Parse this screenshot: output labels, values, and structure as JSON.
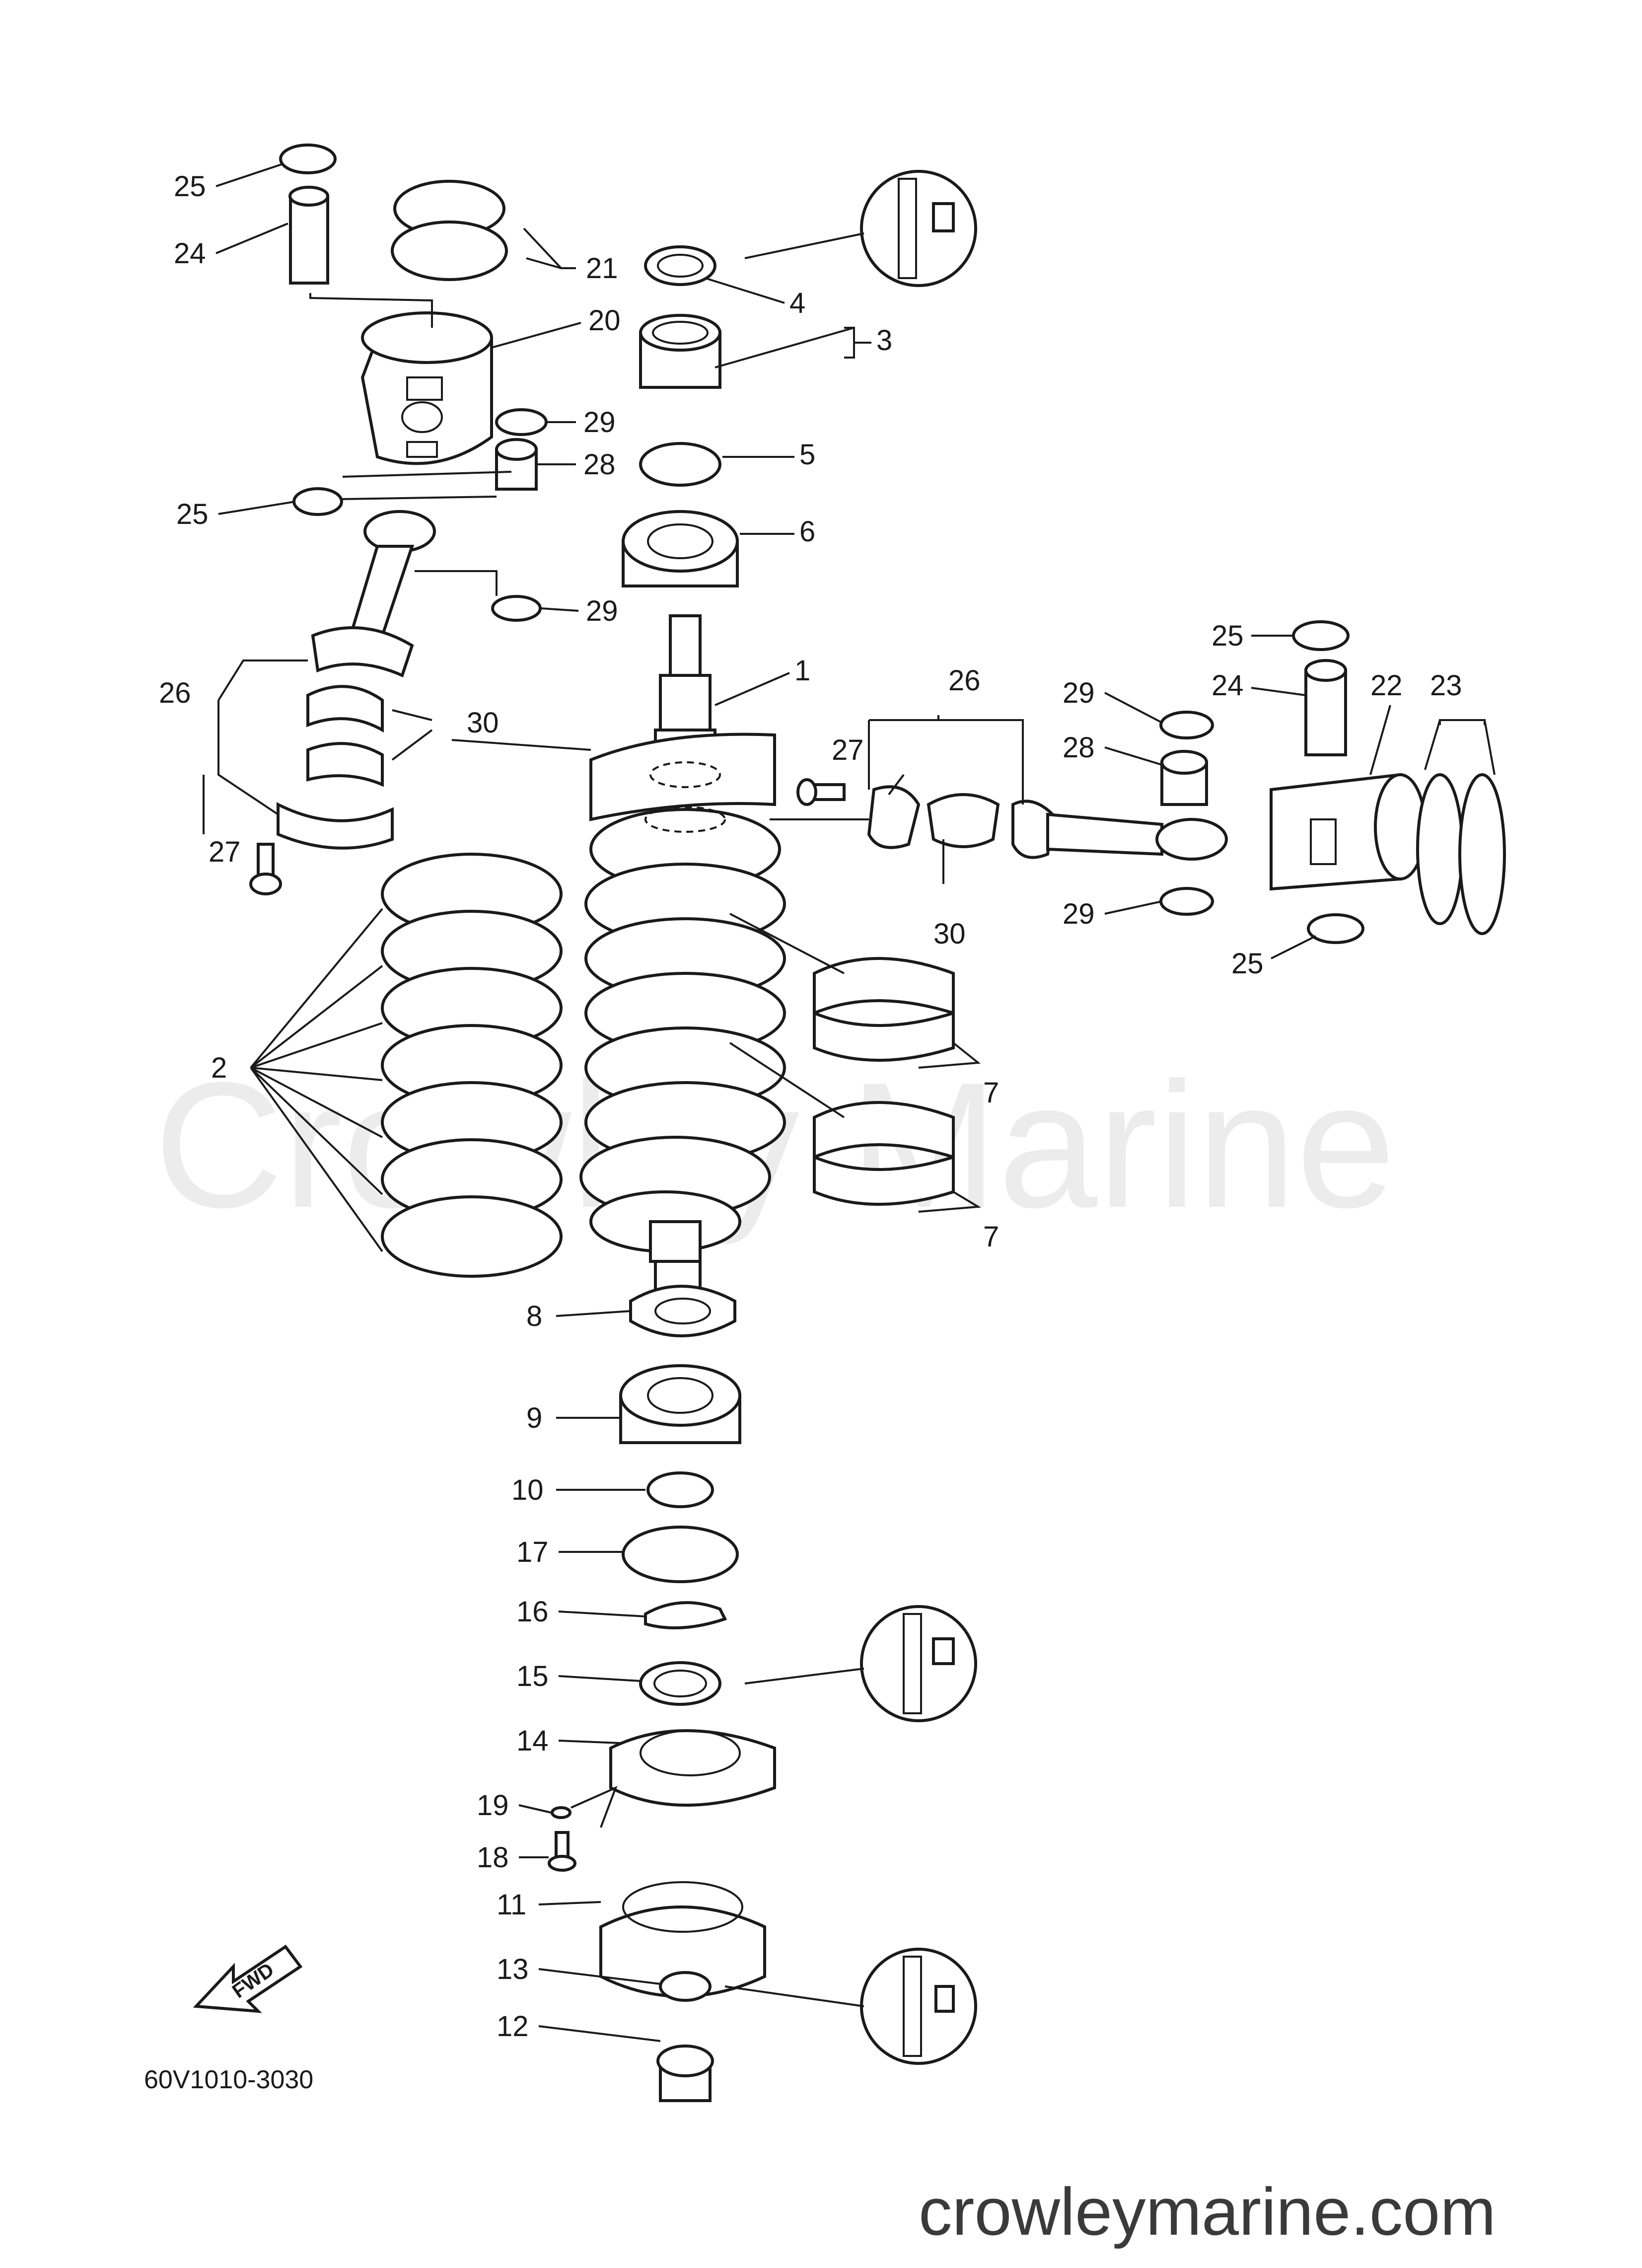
{
  "drawing_code": "60V1010-3030",
  "watermark": "Crowley Marine",
  "site_url": "crowleymarine.com",
  "fwd_label": "FWD",
  "callouts": [
    "1",
    "2",
    "3",
    "4",
    "5",
    "6",
    "7",
    "7",
    "8",
    "9",
    "10",
    "11",
    "12",
    "13",
    "14",
    "15",
    "16",
    "17",
    "18",
    "19",
    "20",
    "21",
    "22",
    "23",
    "24",
    "24",
    "25",
    "25",
    "25",
    "25",
    "26",
    "26",
    "27",
    "27",
    "28",
    "28",
    "29",
    "29",
    "29",
    "29",
    "30",
    "30"
  ],
  "colors": {
    "line": "#1a1a1a",
    "watermark": "#ececec",
    "site_text": "#3a3a3a",
    "background": "#ffffff"
  }
}
